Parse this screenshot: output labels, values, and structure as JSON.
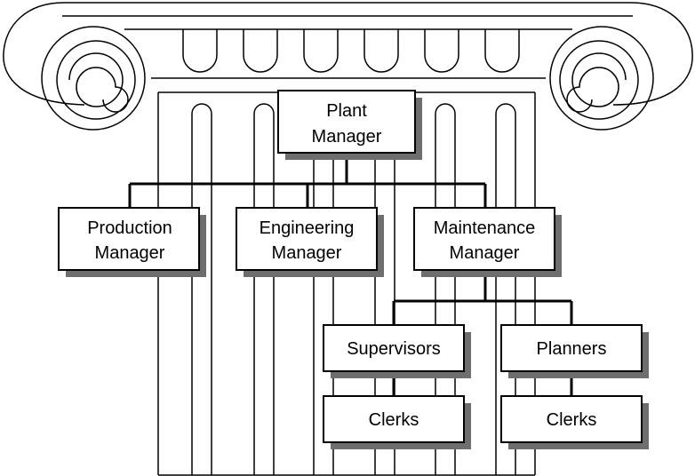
{
  "org_chart": {
    "plant_manager": {
      "line1": "Plant",
      "line2": "Manager"
    },
    "production_manager": {
      "line1": "Production",
      "line2": "Manager"
    },
    "engineering_manager": {
      "line1": "Engineering",
      "line2": "Manager"
    },
    "maintenance_manager": {
      "line1": "Maintenance",
      "line2": "Manager"
    },
    "supervisors": {
      "label": "Supervisors"
    },
    "planners": {
      "label": "Planners"
    },
    "supervisors_clerks": {
      "label": "Clerks"
    },
    "planners_clerks": {
      "label": "Clerks"
    }
  }
}
